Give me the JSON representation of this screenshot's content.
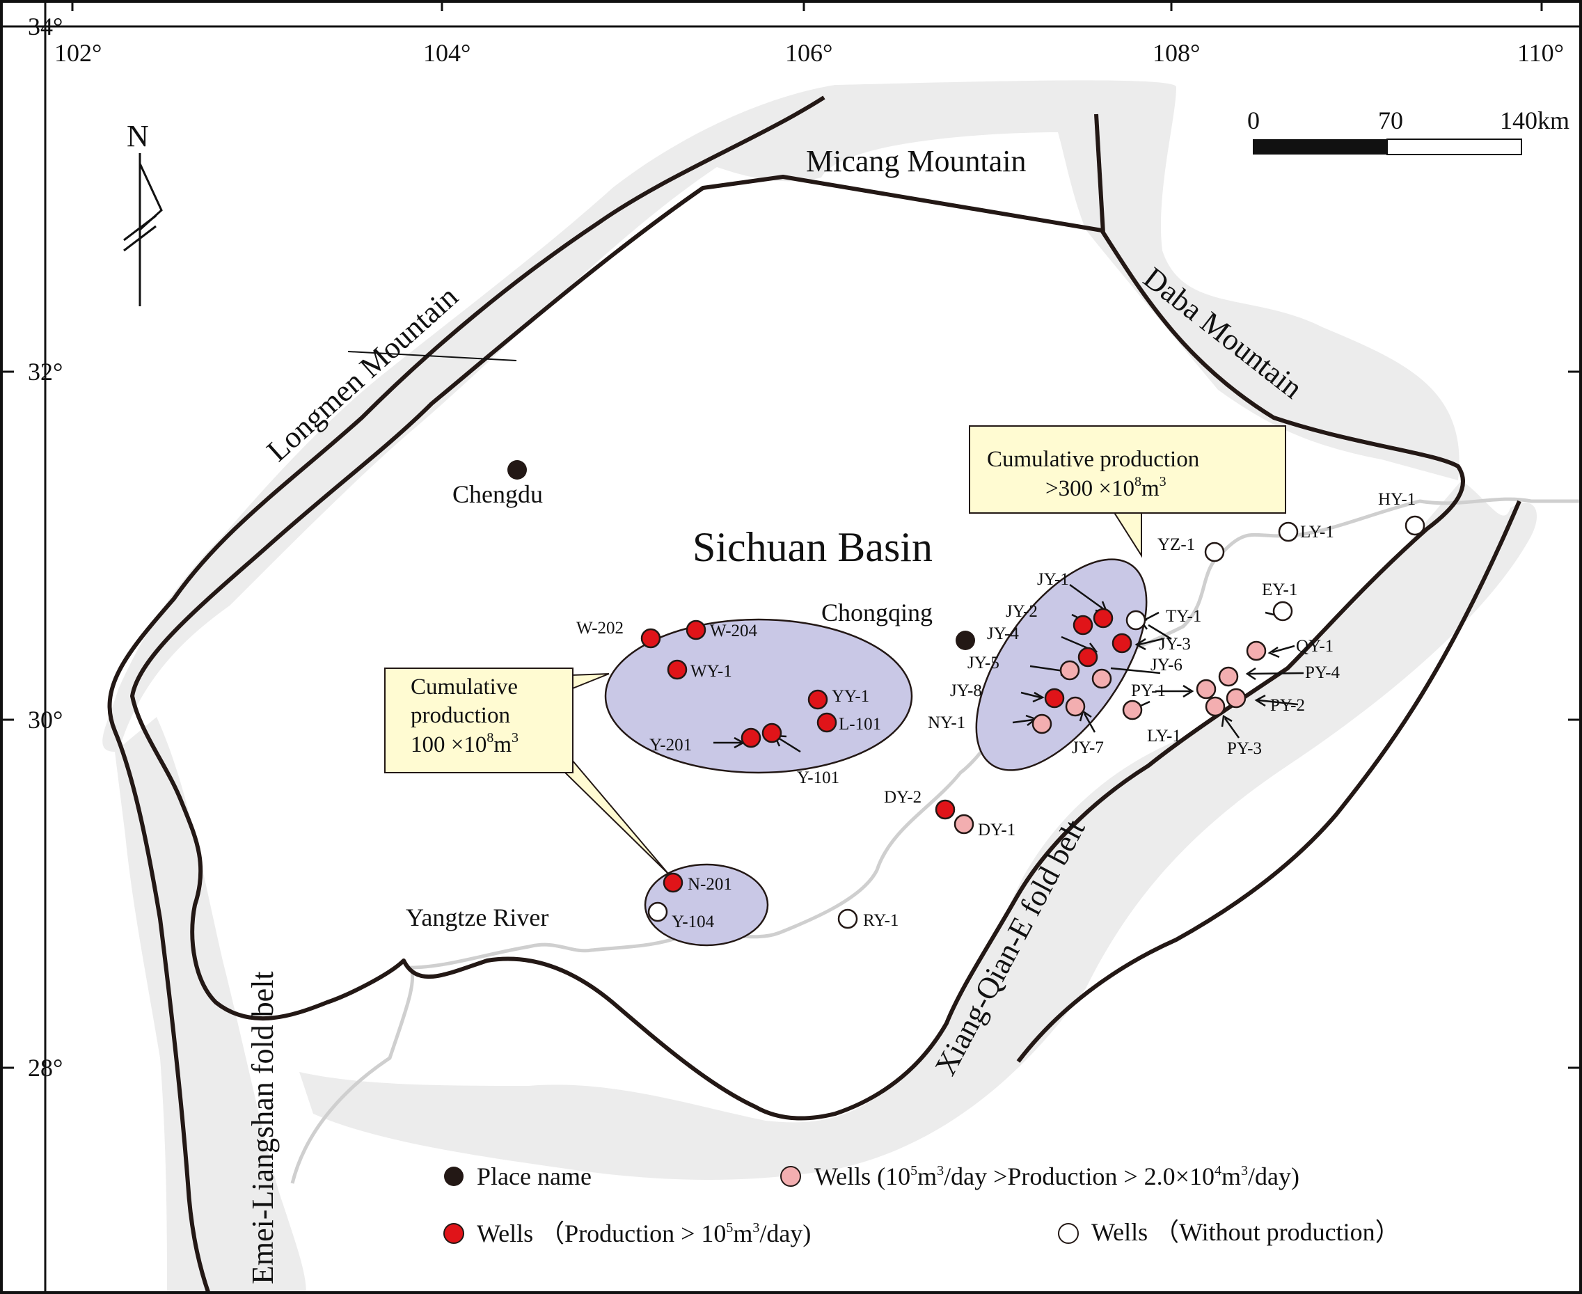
{
  "map": {
    "lon_ticks": [
      "102°",
      "104°",
      "106°",
      "108°",
      "110°"
    ],
    "lat_ticks": [
      "34°",
      "32°",
      "30°",
      "28°"
    ],
    "north": "N",
    "scale": {
      "labels": [
        "0",
        "70",
        "140km"
      ]
    },
    "title": "Sichuan Basin",
    "regions": {
      "micang": "Micang Mountain",
      "longmen": "Longmen Mountain",
      "daba": "Daba Mountain",
      "emei": "Emei-Liangshan fold belt",
      "xiangqian": "Xiang-Qian-E fold belt",
      "yangtze": "Yangtze River"
    },
    "places": {
      "chengdu": "Chengdu",
      "chongqing": "Chongqing"
    },
    "callouts": {
      "c300": {
        "line1": "Cumulative production",
        "line2": ">300 ×10",
        "exp": "8",
        "unit": "m",
        "unit_exp": "3"
      },
      "c100": {
        "line1": "Cumulative",
        "line2": "production",
        "line3": "100 ×10",
        "exp": "8",
        "unit": "m",
        "unit_exp": "3"
      }
    },
    "wells": {
      "w202": "W-202",
      "w204": "W-204",
      "wy1": "WY-1",
      "yy1": "YY-1",
      "l101": "L-101",
      "y201": "Y-201",
      "y101": "Y-101",
      "n201": "N-201",
      "y104": "Y-104",
      "ry1": "RY-1",
      "dy2": "DY-2",
      "dy1": "DY-1",
      "jy1": "JY-1",
      "jy2": "JY-2",
      "jy3": "JY-3",
      "jy4": "JY-4",
      "jy5": "JY-5",
      "jy6": "JY-6",
      "jy7": "JY-7",
      "jy8": "JY-8",
      "ny1": "NY-1",
      "ty1": "TY-1",
      "yz1": "YZ-1",
      "ly1a": "LY-1",
      "ly1b": "LY-1",
      "hy1": "HY-1",
      "ey1": "EY-1",
      "qy1": "QY-1",
      "py1": "PY-1",
      "py2": "PY-2",
      "py3": "PY-3",
      "py4": "PY-4"
    },
    "legend": {
      "place": "Place name",
      "wells_mid_a": "Wells (10",
      "wells_mid_b": "m",
      "wells_mid_c": "/day >Production > 2.0×10",
      "wells_mid_d": "m",
      "wells_mid_e": "/day)",
      "wells_high_a": "Wells （Production > 10",
      "wells_high_b": "m",
      "wells_high_c": "/day)",
      "wells_none": "Wells （Without production）",
      "exp5": "5",
      "exp3": "3",
      "exp4": "4"
    },
    "colors": {
      "fold_belt": "#ececec",
      "boundary": "#231815",
      "ellipse": "#c9c8e6",
      "callout_fill": "#fffbd2",
      "well_high": "#e01419",
      "well_mid": "#f3aeb0",
      "place": "#231815",
      "river": "#cfcfcf"
    }
  }
}
